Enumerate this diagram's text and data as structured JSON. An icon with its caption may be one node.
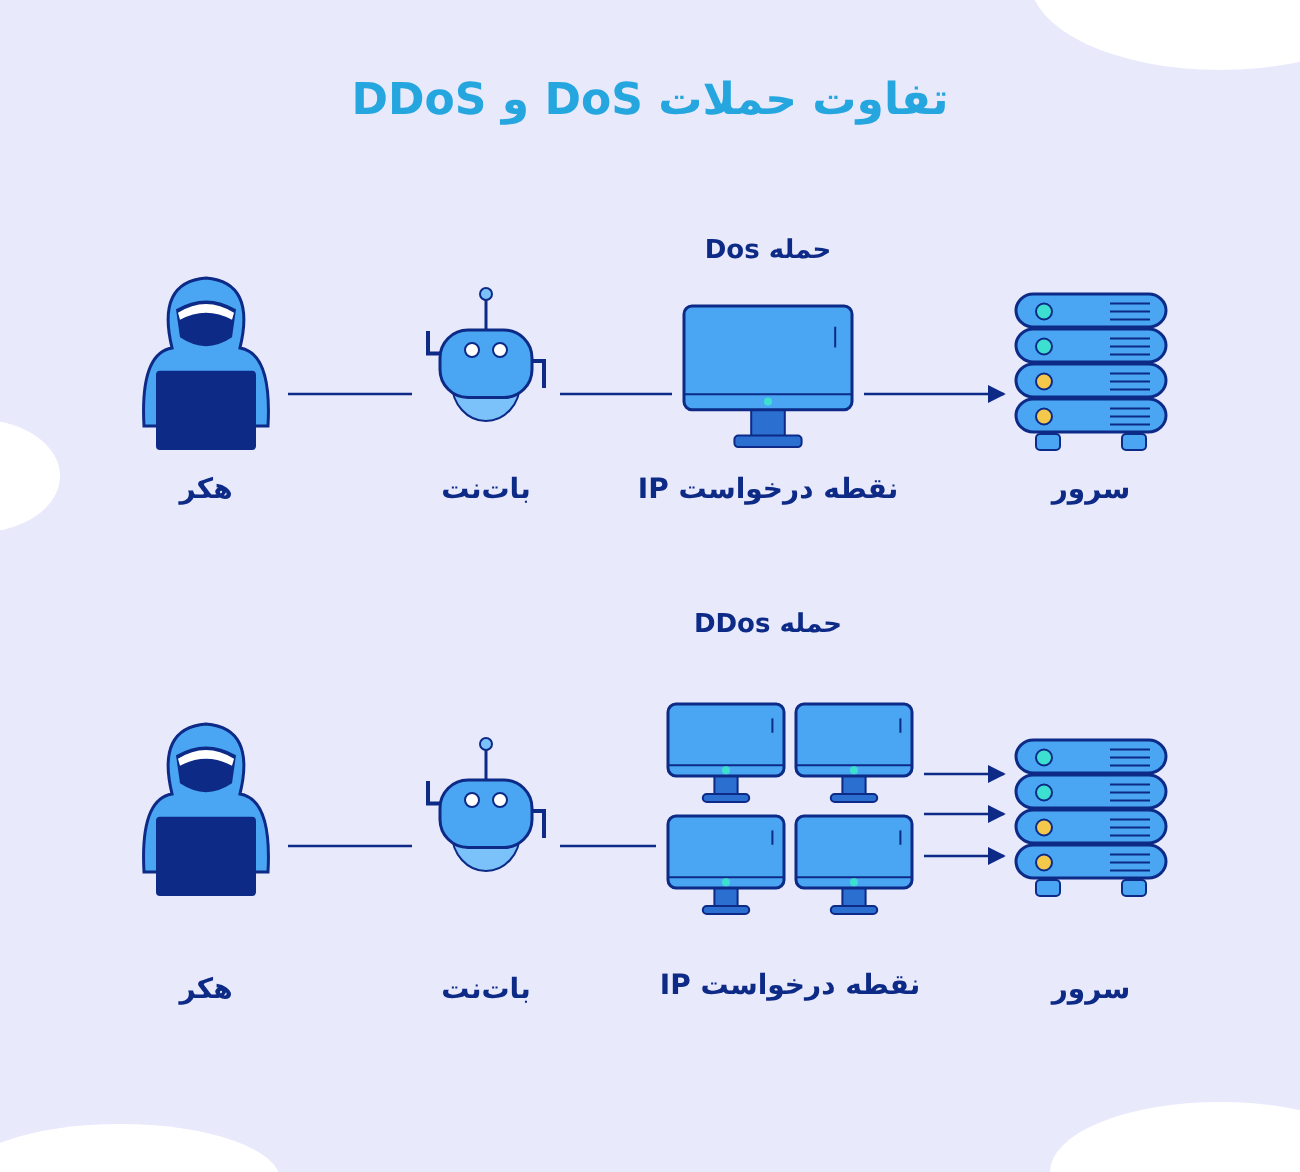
{
  "diagram": {
    "title": "تفاوت حملات DoS و DDoS",
    "nodes": [
      {
        "text": [
          "هکر"
        ]
      },
      {
        "text": [
          "بات‌نت"
        ]
      },
      {
        "text": [
          "نقطه درخواست IP"
        ]
      },
      {
        "text": [
          "سرور"
        ]
      },
      {
        "text": [
          "هکر"
        ]
      },
      {
        "text": [
          "بات‌نت"
        ]
      },
      {
        "text": [
          "نقطه درخواست IP"
        ]
      },
      {
        "text": [
          "سرور"
        ]
      }
    ],
    "edges": [
      {
        "from": 0,
        "to": 1,
        "arrow": "none"
      },
      {
        "from": 1,
        "to": 2,
        "arrow": "none"
      },
      {
        "from": 2,
        "to": 3,
        "arrow": "to"
      },
      {
        "from": 4,
        "to": 5,
        "arrow": "none"
      },
      {
        "from": 5,
        "to": 6,
        "arrow": "none"
      },
      {
        "from": 6,
        "to": 7,
        "arrow": "to"
      },
      {
        "from": 6,
        "to": 7,
        "arrow": "to"
      },
      {
        "from": 6,
        "to": 7,
        "arrow": "to"
      }
    ],
    "labels": [
      "حمله Dos",
      "حمله DDos"
    ]
  }
}
